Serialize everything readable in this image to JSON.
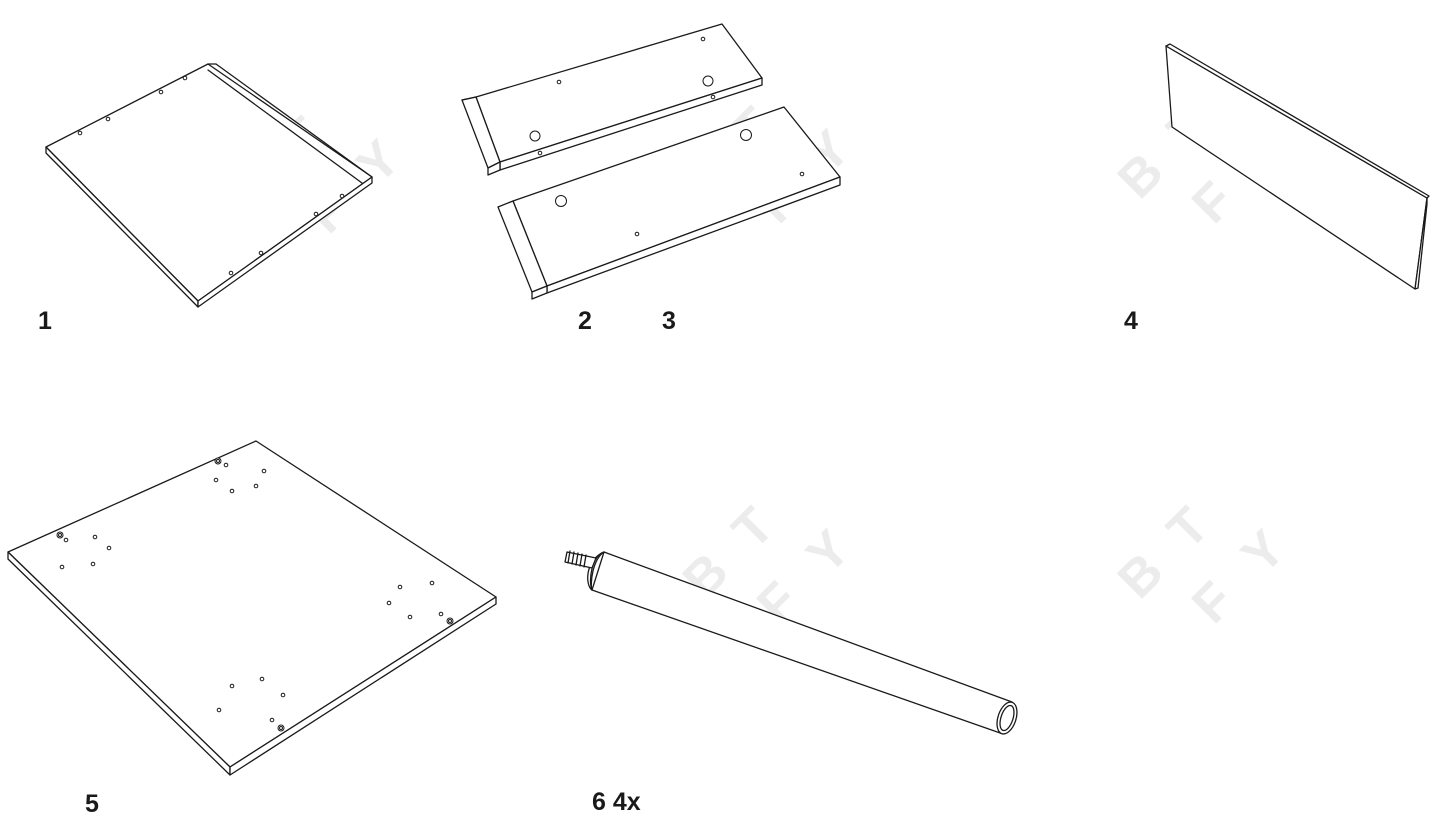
{
  "parts": [
    {
      "id": "part-1",
      "label": "1",
      "icon": "panel-board-icon"
    },
    {
      "id": "part-2",
      "label": "2",
      "icon": "side-rail-icon"
    },
    {
      "id": "part-3",
      "label": "3",
      "icon": "side-rail-icon"
    },
    {
      "id": "part-4",
      "label": "4",
      "icon": "back-panel-icon"
    },
    {
      "id": "part-5",
      "label": "5",
      "icon": "base-board-icon"
    },
    {
      "id": "part-6",
      "label": "6 4x",
      "icon": "leg-rod-icon"
    }
  ],
  "watermark": {
    "letters": [
      "B",
      "T",
      "F",
      "Y"
    ],
    "color": "#ececec"
  },
  "colors": {
    "line": "#1a1a1a",
    "background": "#ffffff"
  }
}
